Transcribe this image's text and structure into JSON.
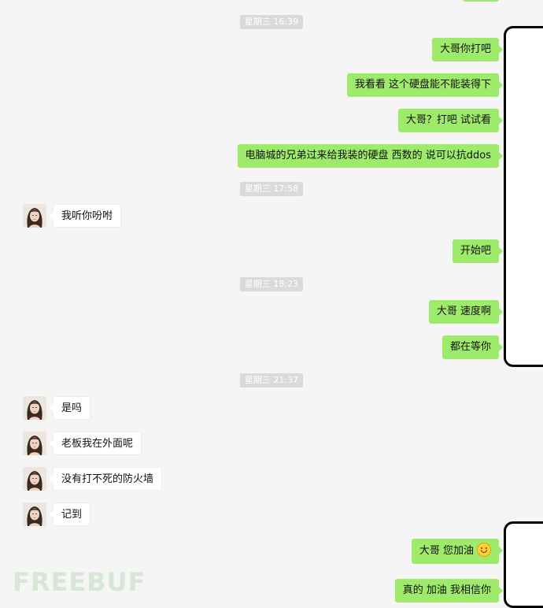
{
  "messages": [
    {
      "type": "time",
      "text": "星期三 16:39"
    },
    {
      "type": "out",
      "text": "大哥你打吧"
    },
    {
      "type": "out",
      "text": "我看看 这个硬盘能不能装得下"
    },
    {
      "type": "out",
      "text": "大哥？打吧 试试看"
    },
    {
      "type": "out",
      "text": "电脑城的兄弟过来给我装的硬盘 西数的 说可以抗ddos"
    },
    {
      "type": "time",
      "text": "星期三 17:58"
    },
    {
      "type": "in",
      "text": "我听你吩咐"
    },
    {
      "type": "out",
      "text": "开始吧"
    },
    {
      "type": "time",
      "text": "星期三 18:23"
    },
    {
      "type": "out",
      "text": "大哥 速度啊"
    },
    {
      "type": "out",
      "text": "都在等你"
    },
    {
      "type": "time",
      "text": "星期三 21:37"
    },
    {
      "type": "in",
      "text": "是吗"
    },
    {
      "type": "in",
      "text": "老板我在外面呢"
    },
    {
      "type": "in",
      "text": "没有打不死的防火墙"
    },
    {
      "type": "in",
      "text": "记到"
    },
    {
      "type": "out",
      "text": "大哥 您加油",
      "emoji": "smile-emoji-icon"
    },
    {
      "type": "out",
      "text": "真的 加油 我相信你"
    }
  ],
  "watermark": "FREEBUF",
  "colors": {
    "outgoing_bubble": "#9eea6a",
    "incoming_bubble": "#ffffff",
    "background": "#f5f5f5",
    "time_badge": "#dadada"
  }
}
